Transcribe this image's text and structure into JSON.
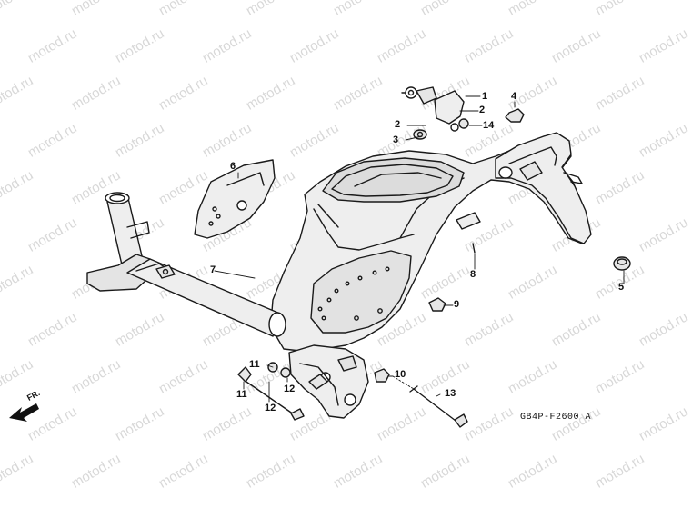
{
  "diagram": {
    "code_label": "GB4P-F2600 A",
    "front_label": "FR.",
    "watermark": "motod.ru",
    "colors": {
      "line": "#1a1a1a",
      "fill_light": "#eeeeee",
      "fill_mid": "#dcdcdc",
      "watermark": "#b9b9b9"
    },
    "callouts": [
      {
        "id": "1",
        "text": "1"
      },
      {
        "id": "2a",
        "text": "2"
      },
      {
        "id": "2b",
        "text": "2"
      },
      {
        "id": "3",
        "text": "3"
      },
      {
        "id": "4",
        "text": "4"
      },
      {
        "id": "5",
        "text": "5"
      },
      {
        "id": "6",
        "text": "6"
      },
      {
        "id": "7",
        "text": "7"
      },
      {
        "id": "8",
        "text": "8"
      },
      {
        "id": "9",
        "text": "9"
      },
      {
        "id": "10",
        "text": "10"
      },
      {
        "id": "11a",
        "text": "11"
      },
      {
        "id": "11b",
        "text": "11"
      },
      {
        "id": "12a",
        "text": "12"
      },
      {
        "id": "12b",
        "text": "12"
      },
      {
        "id": "13",
        "text": "13"
      },
      {
        "id": "14",
        "text": "14"
      }
    ]
  }
}
